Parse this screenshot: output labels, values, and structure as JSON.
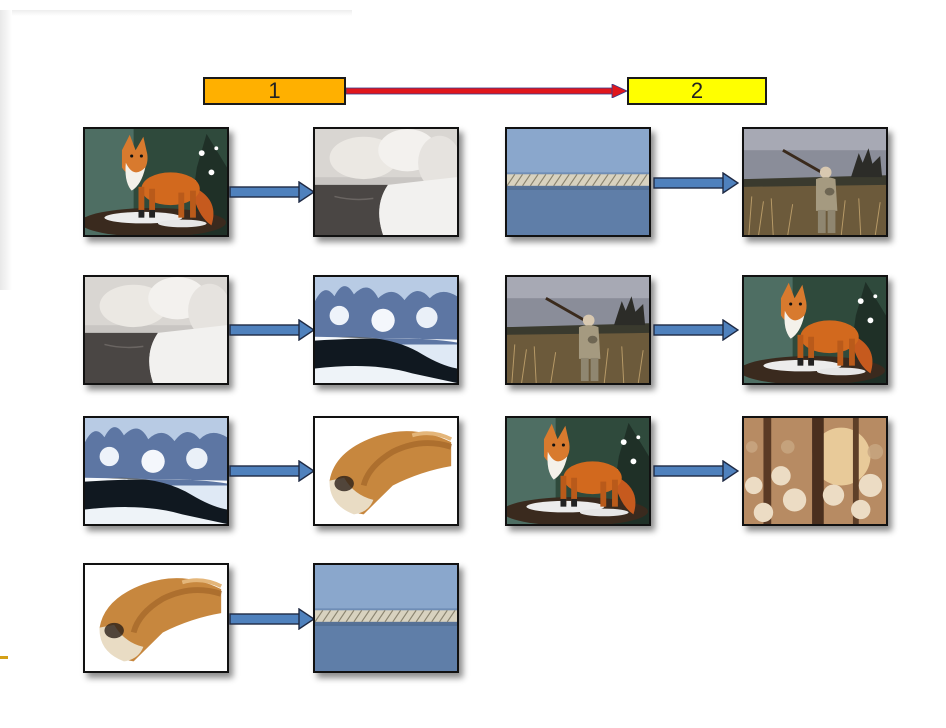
{
  "stages": {
    "first": "1",
    "second": "2"
  },
  "colors": {
    "stage1_fill": "#ffb000",
    "stage2_fill": "#ffff00",
    "timeline_arrow": "#e0161c",
    "flow_arrow": "#4f81bd"
  },
  "chains": [
    {
      "stage": "1",
      "steps": [
        [
          "fox",
          "foggy-winter-river"
        ],
        [
          "foggy-winter-river",
          "snowy-river-forest"
        ],
        [
          "snowy-river-forest",
          "fox-tail"
        ],
        [
          "fox-tail",
          "rope"
        ]
      ]
    },
    {
      "stage": "2",
      "steps": [
        [
          "rope",
          "hunter-with-rifle"
        ],
        [
          "hunter-with-rifle",
          "fox"
        ],
        [
          "fox",
          "winter-forest-sunlight"
        ]
      ]
    }
  ]
}
